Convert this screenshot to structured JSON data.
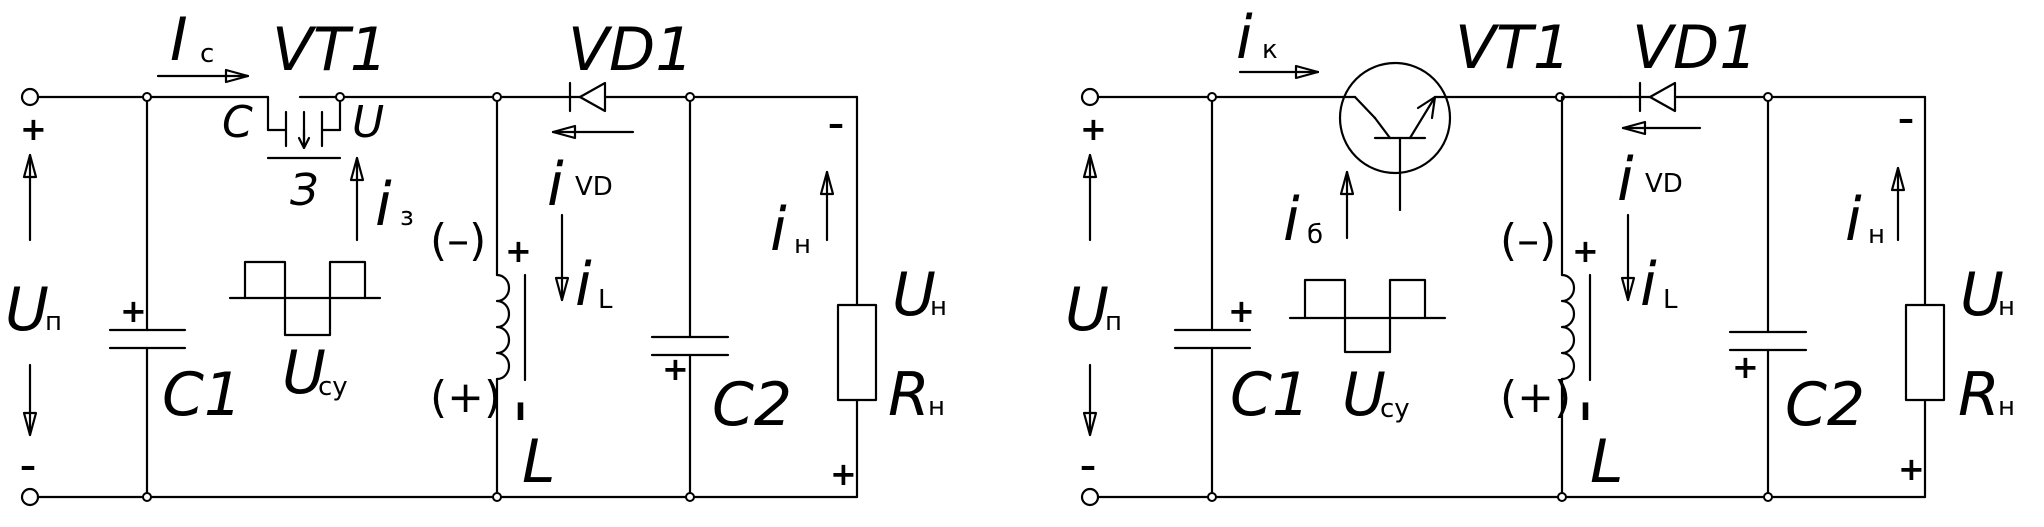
{
  "left": {
    "source_current": "I",
    "source_current_sub": "c",
    "transistor": "VT1",
    "diode": "VD1",
    "drain": "C",
    "source": "U",
    "gate": "З",
    "gate_current": "i",
    "gate_current_sub": "з",
    "diode_current": "i",
    "diode_current_sub": "VD",
    "supply_voltage": "U",
    "supply_voltage_sub": "п",
    "cap1": "C1",
    "cap2": "C2",
    "control_voltage": "U",
    "control_voltage_sub": "су",
    "inductor_current": "i",
    "inductor_current_sub": "L",
    "inductor": "L",
    "inductor_top_polarity": "(–)",
    "inductor_bottom_polarity": "(+)",
    "load_current": "i",
    "load_current_sub": "н",
    "load_voltage": "U",
    "load_voltage_sub": "н",
    "load": "R",
    "load_sub": "н",
    "plus": "+",
    "minus": "–"
  },
  "right": {
    "collector_current": "i",
    "collector_current_sub": "к",
    "transistor": "VT1",
    "diode": "VD1",
    "base_current": "i",
    "base_current_sub": "б",
    "diode_current": "i",
    "diode_current_sub": "VD",
    "supply_voltage": "U",
    "supply_voltage_sub": "п",
    "cap1": "C1",
    "cap2": "C2",
    "control_voltage": "U",
    "control_voltage_sub": "су",
    "inductor_current": "i",
    "inductor_current_sub": "L",
    "inductor": "L",
    "inductor_top_polarity": "(–)",
    "inductor_bottom_polarity": "(+)",
    "load_current": "i",
    "load_current_sub": "н",
    "load_voltage": "U",
    "load_voltage_sub": "н",
    "load": "R",
    "load_sub": "н",
    "plus": "+",
    "minus": "–"
  }
}
